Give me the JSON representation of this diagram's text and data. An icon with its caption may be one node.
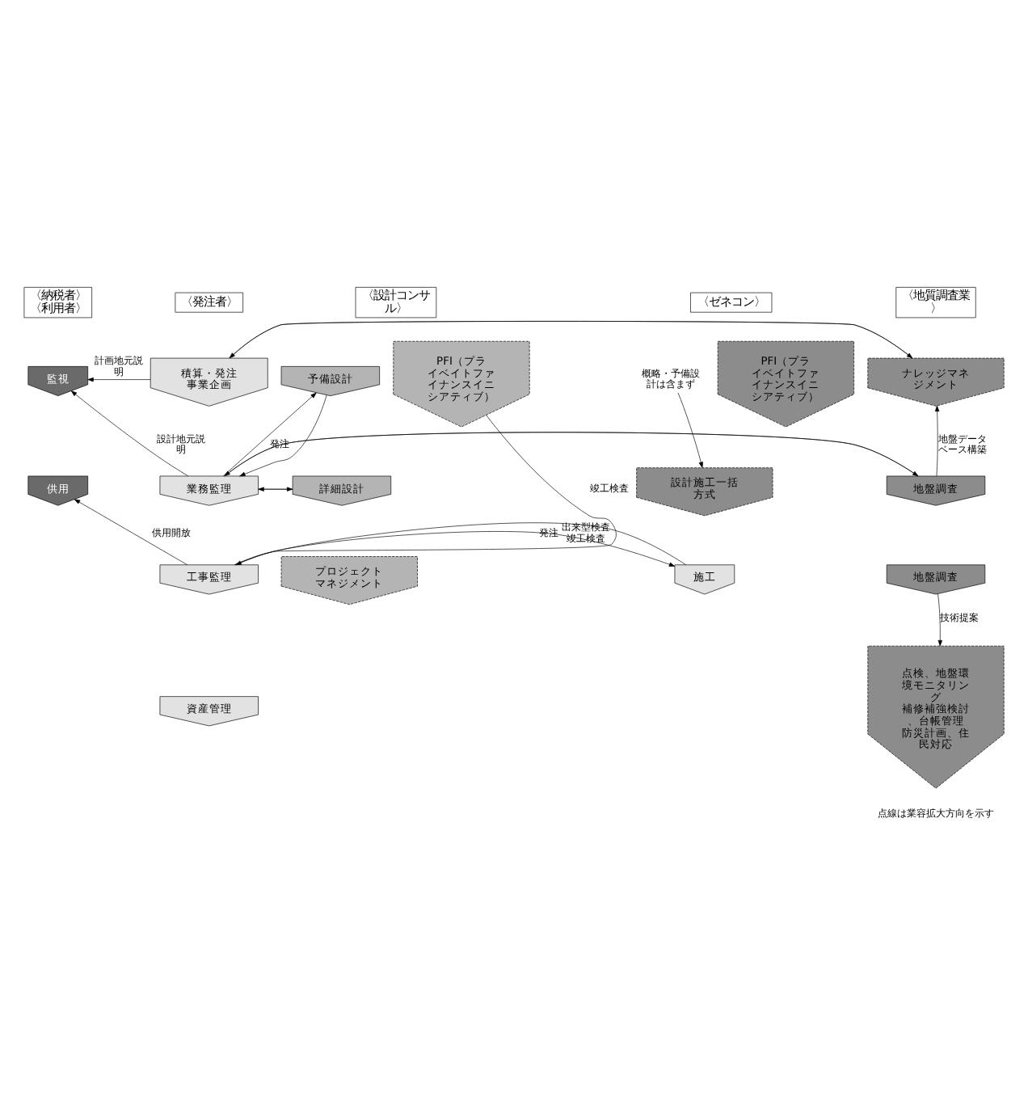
{
  "diagram": {
    "nodes": [
      {
        "text": [
          "〈納税者〉",
          "〈利用者〉"
        ]
      },
      {
        "text": [
          "〈発注者〉"
        ]
      },
      {
        "text": [
          "〈設計コンサル〉"
        ]
      },
      {
        "text": [
          "〈ゼネコン〉"
        ]
      },
      {
        "text": [
          "〈地質調査業〉"
        ]
      },
      {
        "text": [
          "監視"
        ]
      },
      {
        "text": [
          "積算・発注",
          "事業企画"
        ]
      },
      {
        "text": [
          "業務監理"
        ]
      },
      {
        "text": [
          "予備設計"
        ]
      },
      {
        "text": [
          "詳細設計"
        ]
      },
      {
        "text": [
          "工事監理"
        ]
      },
      {
        "text": [
          "プロジェクトマネジメント"
        ]
      },
      {
        "text": [
          "PFI（プライベイトファイナンスイニシアティブ）"
        ]
      },
      {
        "text": [
          "施工"
        ]
      },
      {
        "text": [
          "設計施工一括方式"
        ]
      },
      {
        "text": [
          "PFI（プライベイトファイナンスイニシアティブ）"
        ]
      },
      {
        "text": [
          "ナレッジマネジメント"
        ]
      },
      {
        "text": [
          "地盤調査"
        ]
      },
      {
        "text": [
          "地盤調査"
        ]
      },
      {
        "text": [
          "点検、地盤環境モニタリング",
          "補修補強検討、台帳管理",
          "防災計画、住民対応"
        ]
      },
      {
        "text": [
          "供用"
        ]
      },
      {
        "text": [
          "資産管理"
        ]
      },
      {
        "text": [
          "概略・予備設計は含まず"
        ]
      }
    ],
    "edges": [
      {
        "from": 6,
        "to": 16,
        "arrow": "to"
      },
      {
        "from": 16,
        "to": 6,
        "arrow": "to"
      },
      {
        "from": 6,
        "to": 5,
        "arrow": "to",
        "label": "計画地元説明"
      },
      {
        "from": 7,
        "to": 8,
        "arrow": "to",
        "label": "発注"
      },
      {
        "from": 8,
        "to": 7,
        "arrow": "to"
      },
      {
        "from": 7,
        "to": 17,
        "arrow": "to"
      },
      {
        "from": 17,
        "to": 7,
        "arrow": "to"
      },
      {
        "from": 7,
        "to": 9,
        "arrow": "to"
      },
      {
        "from": 9,
        "to": 7,
        "arrow": "to"
      },
      {
        "from": 7,
        "to": 5,
        "arrow": "to",
        "label": "設計地元説明"
      },
      {
        "from": 10,
        "to": 12,
        "arrow": "none",
        "label": "竣工検査"
      },
      {
        "from": 10,
        "to": 13,
        "arrow": "to",
        "label": "発注"
      },
      {
        "from": 13,
        "to": 10,
        "arrow": "to",
        "label": "出来型検査竣工検査"
      },
      {
        "from": 10,
        "to": 20,
        "arrow": "to",
        "label": "供用開放"
      },
      {
        "from": 17,
        "to": 16,
        "arrow": "to",
        "label": "地盤データベース構築"
      },
      {
        "from": 18,
        "to": 19,
        "arrow": "to",
        "label": "技術提案"
      },
      {
        "from": 22,
        "to": 14,
        "arrow": "to"
      }
    ],
    "labels": [
      "点線は業容拡大方向を示す"
    ]
  }
}
